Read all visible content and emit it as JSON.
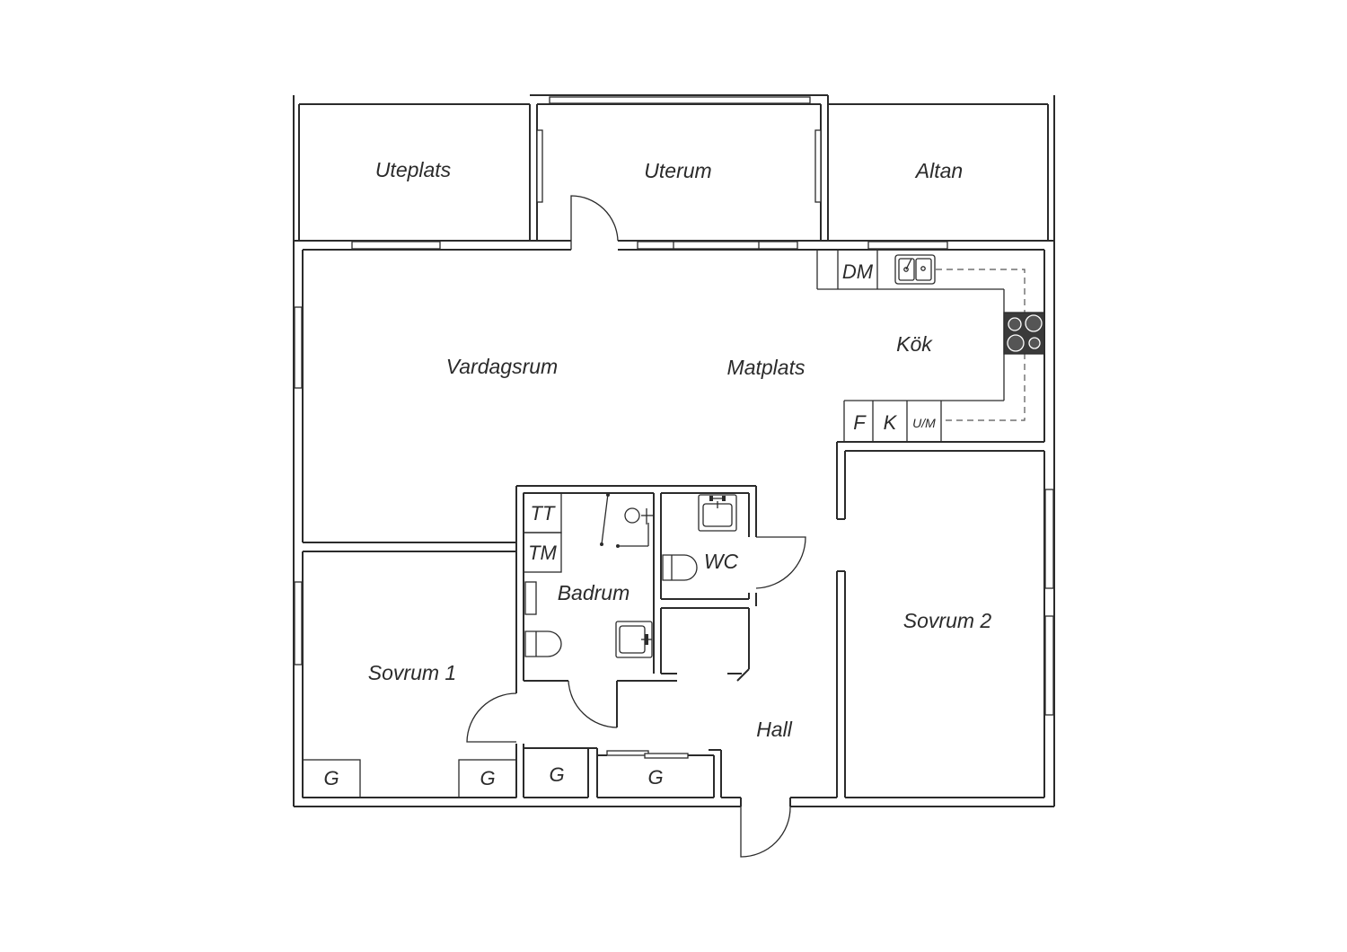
{
  "rooms": {
    "uteplats": "Uteplats",
    "uterum": "Uterum",
    "altan": "Altan",
    "vardagsrum": "Vardagsrum",
    "matplats": "Matplats",
    "kok": "Kök",
    "badrum": "Badrum",
    "wc": "WC",
    "sovrum1": "Sovrum 1",
    "sovrum2": "Sovrum 2",
    "hall": "Hall"
  },
  "fixtures": {
    "dm": "DM",
    "f": "F",
    "k": "K",
    "um": "U/M",
    "tt": "TT",
    "tm": "TM",
    "g": "G"
  },
  "colors": {
    "line": "#2b2b2b",
    "stove": "#3a3a3a",
    "background": "#ffffff"
  }
}
